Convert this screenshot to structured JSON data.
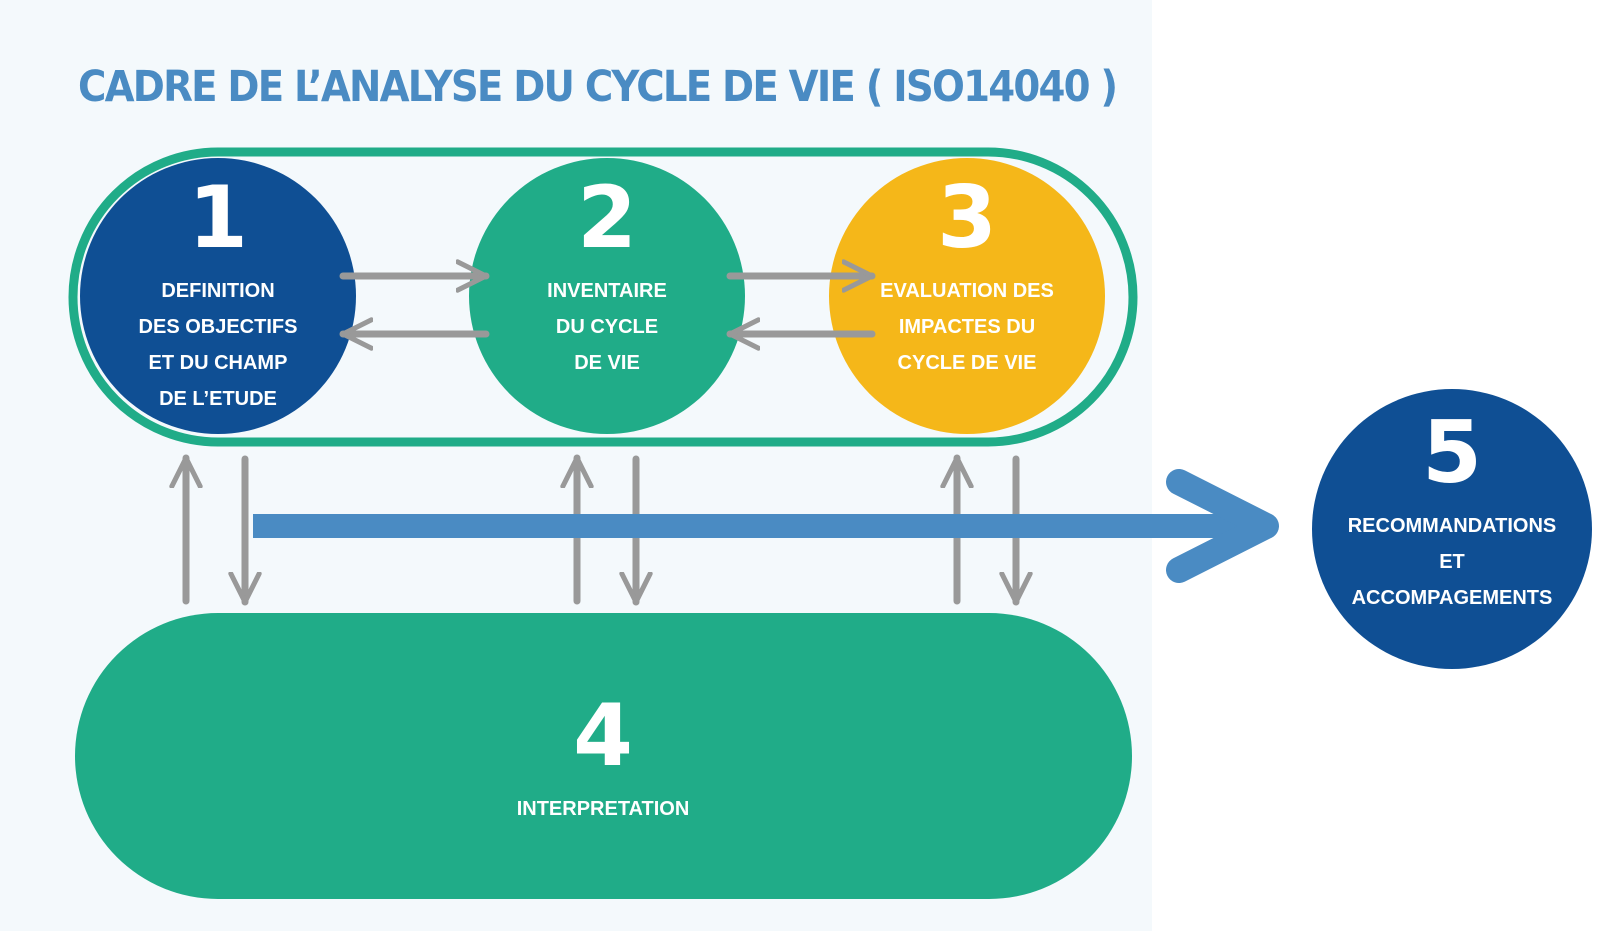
{
  "title": "CADRE DE L’ANALYSE DU CYCLE DE VIE ( ISO14040 )",
  "steps": [
    {
      "number": "1",
      "lines": [
        "DEFINITION",
        "DES OBJECTIFS",
        "ET DU CHAMP",
        "DE L’ETUDE"
      ]
    },
    {
      "number": "2",
      "lines": [
        "INVENTAIRE",
        "DU CYCLE",
        "DE VIE"
      ]
    },
    {
      "number": "3",
      "lines": [
        "EVALUATION DES",
        "IMPACTES DU",
        "CYCLE DE VIE"
      ]
    },
    {
      "number": "4",
      "lines": [
        "INTERPRETATION"
      ]
    },
    {
      "number": "5",
      "lines": [
        "RECOMMANDATIONS",
        "ET",
        "ACCOMPAGEMENTS"
      ]
    }
  ],
  "colors": {
    "dark_blue": "#0f4f94",
    "green": "#20ac88",
    "yellow": "#f5b719",
    "light_blue": "#4a8bc3",
    "gray_arrow": "#999999",
    "panel_background": "#f4f9fc"
  }
}
